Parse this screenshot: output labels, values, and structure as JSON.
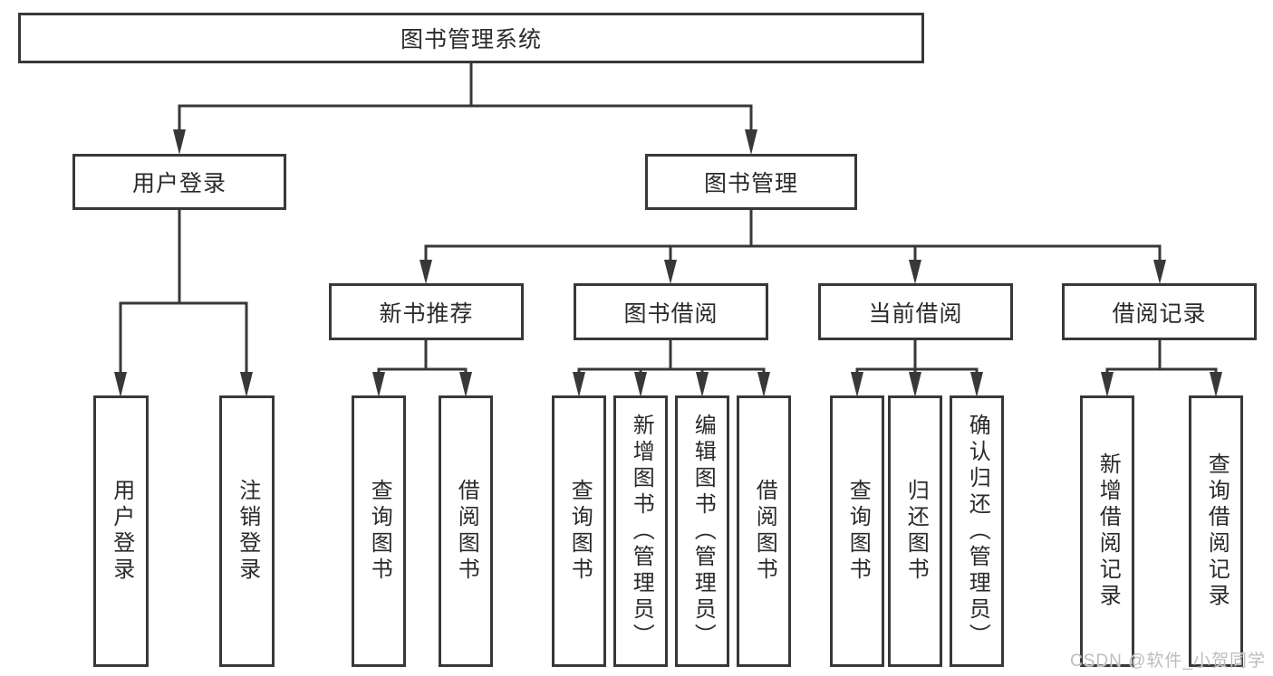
{
  "diagram": {
    "type": "hierarchy-tree",
    "root": {
      "label": "图书管理系统"
    },
    "branches": {
      "user_login": {
        "label": "用户登录",
        "children": [
          {
            "label": "用户登录"
          },
          {
            "label": "注销登录"
          }
        ]
      },
      "book_management": {
        "label": "图书管理",
        "sections": [
          {
            "label": "新书推荐",
            "children": [
              {
                "label": "查询图书"
              },
              {
                "label": "借阅图书"
              }
            ]
          },
          {
            "label": "图书借阅",
            "children": [
              {
                "label": "查询图书"
              },
              {
                "label": "新增图书（管理员）"
              },
              {
                "label": "编辑图书（管理员）"
              },
              {
                "label": "借阅图书"
              }
            ]
          },
          {
            "label": "当前借阅",
            "children": [
              {
                "label": "查询图书"
              },
              {
                "label": "归还图书"
              },
              {
                "label": "确认归还（管理员）"
              }
            ]
          },
          {
            "label": "借阅记录",
            "children": [
              {
                "label": "新增借阅记录"
              },
              {
                "label": "查询借阅记录"
              }
            ]
          }
        ]
      }
    },
    "colors": {
      "line": "#383838",
      "box_border": "#383838",
      "box_background": "#ffffff",
      "text": "#2a2a2a",
      "page_background": "#ffffff",
      "watermark": "#bdbdbd"
    }
  },
  "watermark": {
    "text": "CSDN @软件_小贺同学"
  }
}
